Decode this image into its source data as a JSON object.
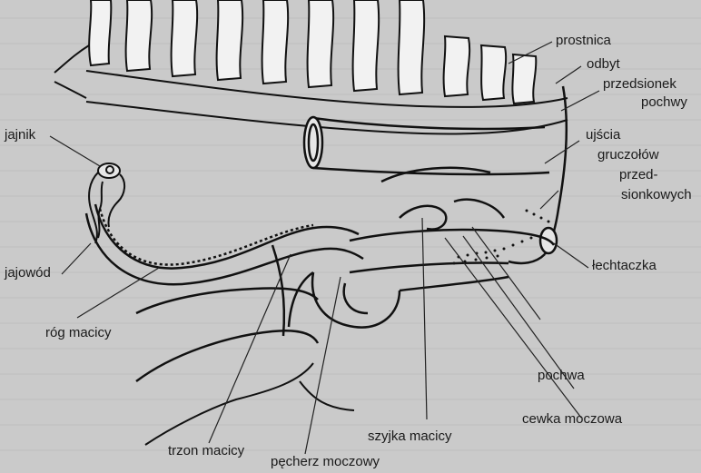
{
  "diagram": {
    "labels": {
      "prostnica": "prostnica",
      "odbyt": "odbyt",
      "przedsionek_line1": "przedsionek",
      "przedsionek_line2": "pochwy",
      "jajnik": "jajnik",
      "ujscia_line1": "ujścia",
      "ujscia_line2": "gruczołów",
      "ujscia_line3": "przed-",
      "ujscia_line4": "sionkowych",
      "lechtaczka": "łechtaczka",
      "jajowod": "jajowód",
      "rog_macicy": "róg macicy",
      "pochwa": "pochwa",
      "cewka_moczowa": "cewka moczowa",
      "szyjka_macicy": "szyjka macicy",
      "trzon_macicy": "trzon macicy",
      "pecherz_moczowy": "pęcherz moczowy"
    }
  }
}
